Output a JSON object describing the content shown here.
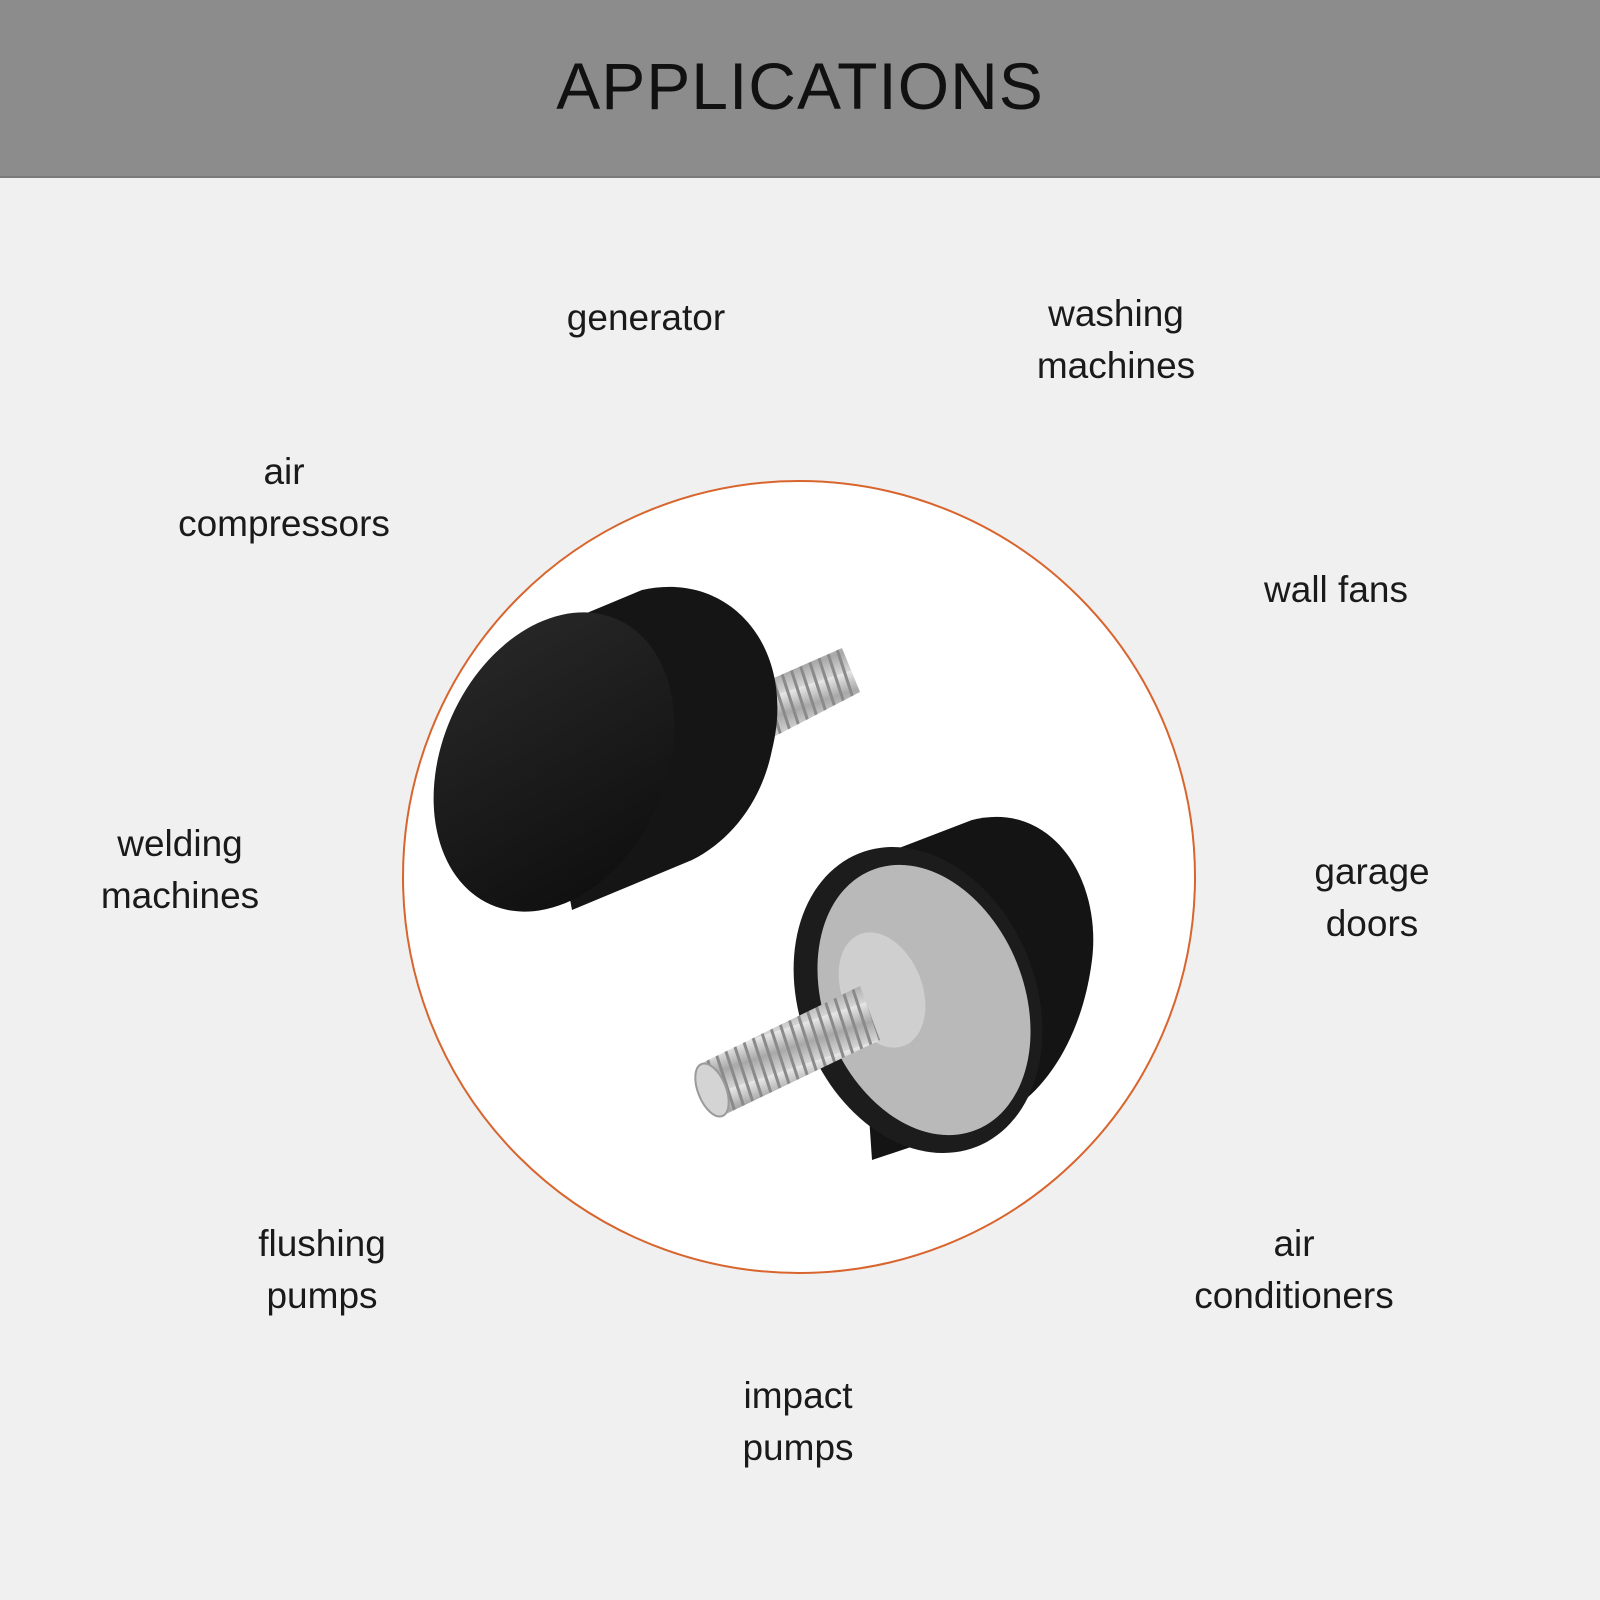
{
  "header": {
    "title": "APPLICATIONS"
  },
  "applications": [
    {
      "id": "generator",
      "lines": [
        "generator"
      ]
    },
    {
      "id": "washing-machines",
      "lines": [
        "washing",
        "machines"
      ]
    },
    {
      "id": "air-compressors",
      "lines": [
        "air",
        "compressors"
      ]
    },
    {
      "id": "wall-fans",
      "lines": [
        "wall fans"
      ]
    },
    {
      "id": "welding-machines",
      "lines": [
        "welding",
        "machines"
      ]
    },
    {
      "id": "garage-doors",
      "lines": [
        "garage",
        "doors"
      ]
    },
    {
      "id": "flushing-pumps",
      "lines": [
        "flushing",
        "pumps"
      ]
    },
    {
      "id": "air-conditioners",
      "lines": [
        "air",
        "conditioners"
      ]
    },
    {
      "id": "impact-pumps",
      "lines": [
        "impact",
        "pumps"
      ]
    }
  ],
  "colors": {
    "header_bg": "#8c8c8c",
    "page_bg": "#f0f0f0",
    "circle_border": "#d8652e"
  }
}
